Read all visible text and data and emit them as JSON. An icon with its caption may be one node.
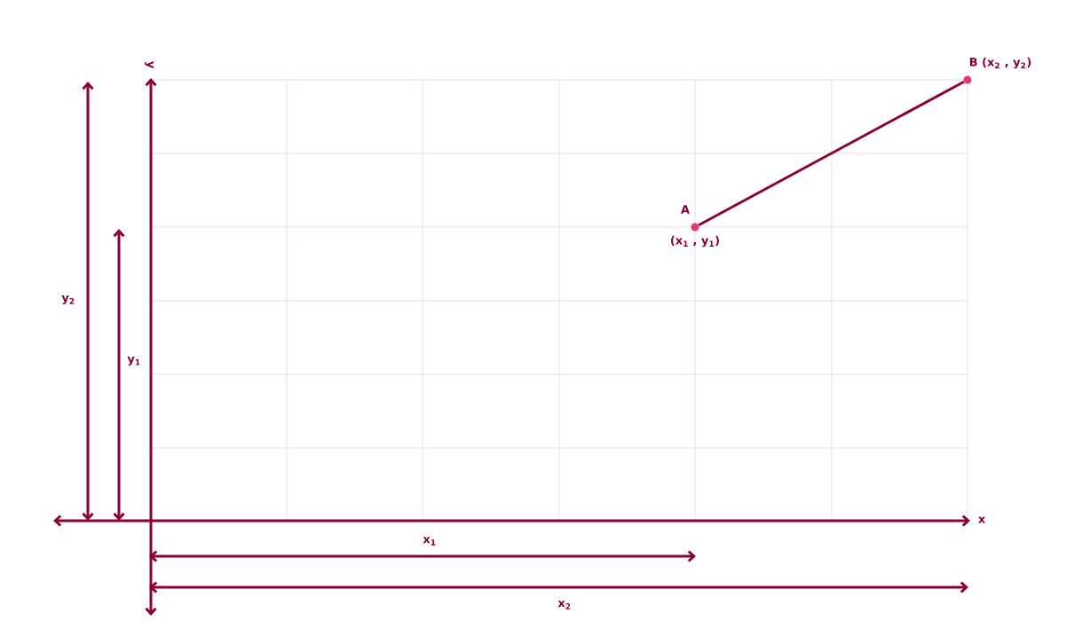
{
  "diagram": {
    "nodes": [
      {
        "text": [
          "A"
        ],
        "beside": [
          "(x$_{1}$ , y$_{1}$)"
        ]
      },
      {
        "text": [
          "B (x$_{2}$ , y$_{2}$)"
        ]
      }
    ],
    "edges": [
      {
        "from": 0,
        "to": 1,
        "arrow": "none"
      }
    ],
    "labels": [
      "y",
      "x",
      "y$_{2}$",
      "y$_{1}$",
      "x$_{1}$",
      "x$_{2}$"
    ]
  }
}
